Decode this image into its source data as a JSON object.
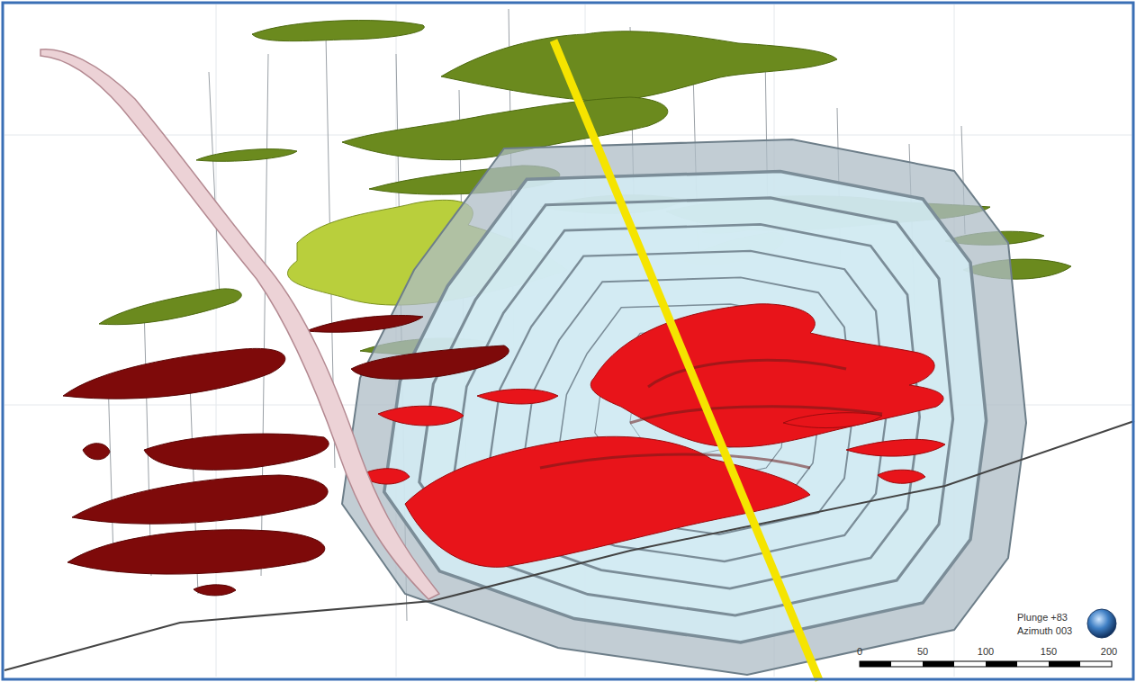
{
  "diagram": {
    "labels": [
      "Plunge +83",
      "Azimuth 003",
      "0",
      "50",
      "100",
      "150",
      "200"
    ]
  }
}
